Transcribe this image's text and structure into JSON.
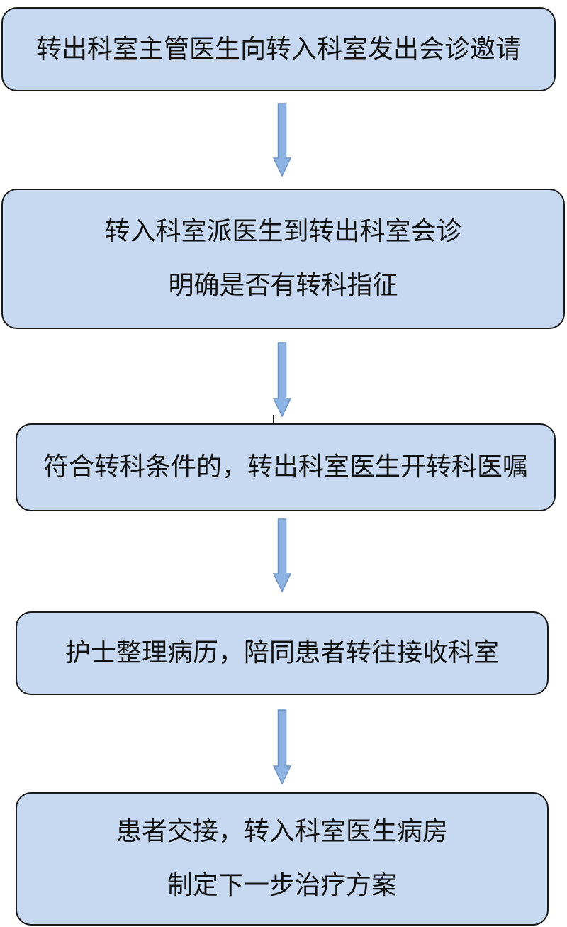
{
  "colors": {
    "box_fill": "#c6d9f1",
    "box_border": "#1a1a1a",
    "arrow_fill": "#8db3e2",
    "arrow_stroke": "#6f94c4",
    "text": "#111111"
  },
  "steps": [
    {
      "lines": [
        "转出科室主管医生向转入科室发出会诊邀请"
      ]
    },
    {
      "lines": [
        "转入科室派医生到转出科室会诊",
        "明确是否有转科指征"
      ]
    },
    {
      "lines": [
        "符合转科条件的，转出科室医生开转科医嘱"
      ]
    },
    {
      "lines": [
        "护士整理病历，陪同患者转往接收科室"
      ]
    },
    {
      "lines": [
        "患者交接，转入科室医生病房",
        "制定下一步治疗方案"
      ]
    }
  ],
  "arrows": [
    {
      "icon": "down-arrow-icon"
    },
    {
      "icon": "down-arrow-icon"
    },
    {
      "icon": "down-arrow-icon"
    },
    {
      "icon": "down-arrow-icon"
    }
  ]
}
